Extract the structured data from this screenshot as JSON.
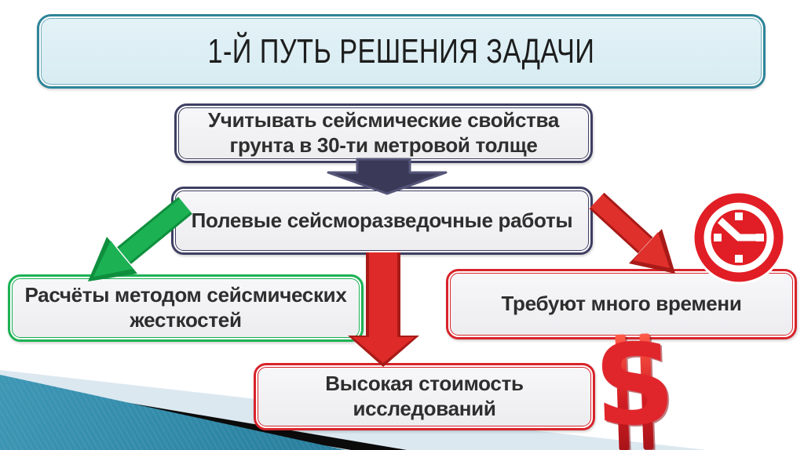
{
  "slide": {
    "title": "1-Й ПУТЬ РЕШЕНИЯ ЗАДАЧИ",
    "nodes": {
      "premise": "Учитывать сейсмические свойства грунта в 30-ти метровой толще",
      "field_work": "Полевые сейсморазведочные работы",
      "calculations": "Расчёты методом сейсмических жесткостей",
      "time_cost": "Требуют много времени",
      "money_cost": "Высокая стоимость исследований"
    },
    "icons": {
      "clock": "clock-icon",
      "dollar": "dollar-icon",
      "dollar_glyph": "S"
    },
    "colors": {
      "title_border": "#2E8499",
      "title_fill": "#D9EDF3",
      "navy": "#3F3F63",
      "green": "#1CB254",
      "red": "#D8232A",
      "box_fill": "#F2F2F4",
      "text": "#2E2E2E",
      "decor_teal": "#2C84A3",
      "decor_black": "#0B0B0B",
      "decor_pale": "#DBE8F0"
    }
  }
}
